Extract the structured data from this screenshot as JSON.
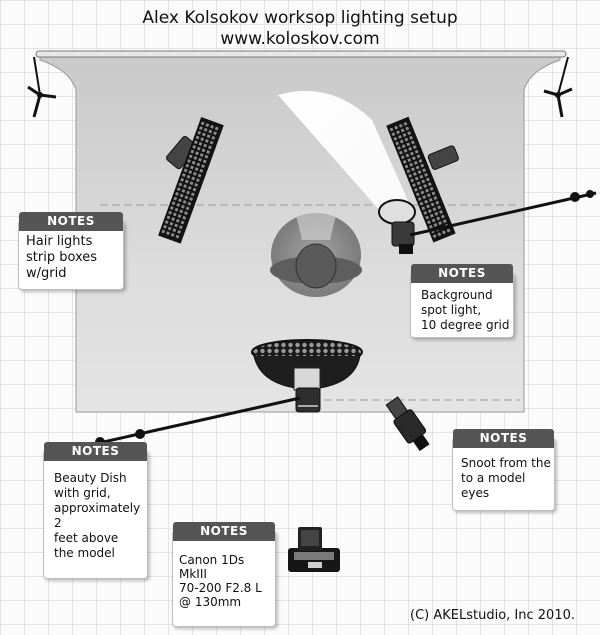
{
  "title": {
    "line1": "Alex Kolsokov worksop lighting setup",
    "line2": "www.koloskov.com"
  },
  "notes": [
    {
      "id": "hair",
      "header": "NOTES",
      "text": "Hair lights\nstrip boxes\n w/grid"
    },
    {
      "id": "background",
      "header": "NOTES",
      "text": "Background\n spot light,\n10 degree grid"
    },
    {
      "id": "snoot",
      "header": "NOTES",
      "text": "Snoot from the\nto a model eyes"
    },
    {
      "id": "beauty",
      "header": "NOTES",
      "text": "Beauty Dish\nwith grid,\napproximately 2\nfeet above\nthe model"
    },
    {
      "id": "camera",
      "header": "NOTES",
      "text": "Canon 1Ds MkIII\n70-200 F2.8 L\n@ 130mm"
    }
  ],
  "copyright": "(C) AKELstudio, Inc 2010.",
  "icons": [
    "stand-icon",
    "strip-box-icon",
    "spot-light-icon",
    "beauty-dish-icon",
    "snoot-icon",
    "model-icon",
    "camera-icon",
    "boom-arm-icon"
  ]
}
